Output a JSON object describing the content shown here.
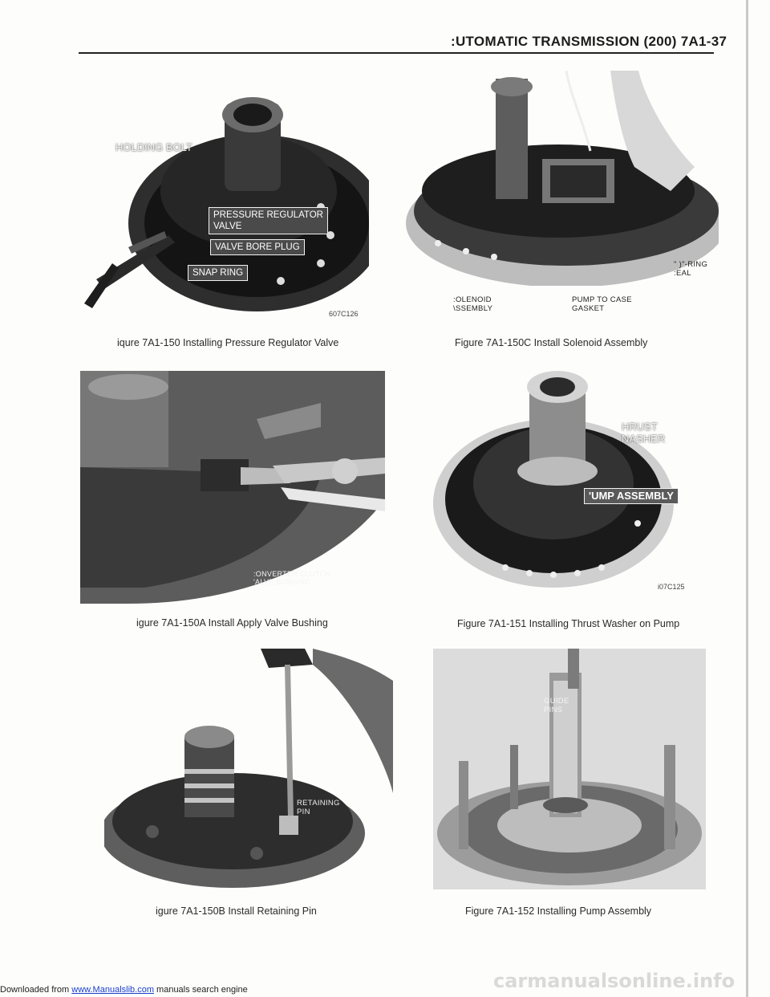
{
  "header": {
    "title": ":UTOMATIC TRANSMISSION (200) 7A1-37"
  },
  "figures": [
    {
      "caption": "iqure 7A1-150 Installing Pressure Regulator Valve",
      "labels": {
        "holding_bolt": "HOLDING BOLT",
        "pressure_regulator_line1": "PRESSURE REGULATOR",
        "pressure_regulator_line2": "VALVE",
        "valve_bore_plug": "VALVE BORE PLUG",
        "snap_ring": "SNAP RING"
      },
      "image_code": "607C126"
    },
    {
      "caption": "Figure 7A1-150C Install Solenoid Assembly",
      "labels": {
        "o_ring_line1": "\" )\"-RING",
        "o_ring_line2": ":EAL",
        "solenoid_line1": ":OLENOID",
        "solenoid_line2": "\\SSEMBLY",
        "pump_gasket_line1": "PUMP TO CASE",
        "pump_gasket_line2": "GASKET"
      }
    },
    {
      "caption": "igure 7A1-150A Install Apply Valve Bushing",
      "labels": {
        "converter_line1": ":ONVERTER CLUTCH",
        "converter_line2": "'ALVE BUSHING"
      }
    },
    {
      "caption": "Figure 7A1-151 Installing Thrust Washer on Pump",
      "labels": {
        "thrust_line1": "HRUST",
        "thrust_line2": "NASHER",
        "pump_assembly": "'UMP ASSEMBLY"
      },
      "image_code": "i07C125"
    },
    {
      "caption": "igure 7A1-150B Install Retaining Pin",
      "labels": {
        "retaining_line1": "RETAINING",
        "retaining_line2": "PIN"
      }
    },
    {
      "caption": "Figure 7A1-152 Installing Pump Assembly",
      "labels": {
        "guide_line1": "GUIDE",
        "guide_line2": "PINS"
      }
    }
  ],
  "footer": {
    "prefix": "Downloaded from ",
    "link_text": "www.Manualslib.com",
    "suffix": " manuals search engine"
  },
  "watermark": "carmanualsonline.info"
}
